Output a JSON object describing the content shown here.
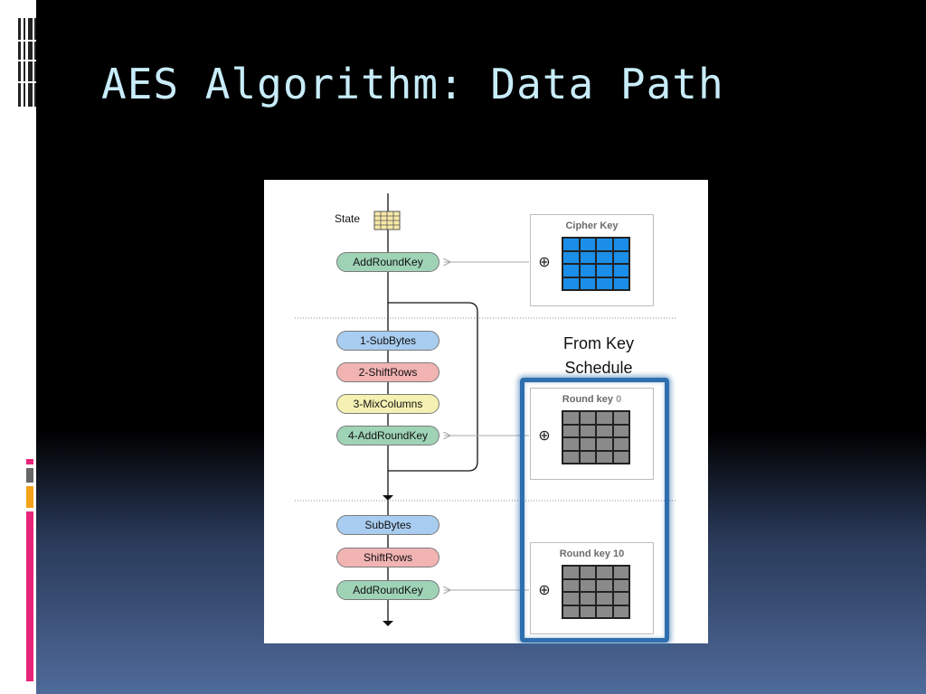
{
  "slide": {
    "title": "AES Algorithm: Data Path"
  },
  "figure": {
    "state_label": "State",
    "initial_round": {
      "add_round_key": "AddRoundKey"
    },
    "main_round": {
      "steps": [
        "1-SubBytes",
        "2-ShiftRows",
        "3-MixColumns",
        "4-AddRoundKey"
      ]
    },
    "final_round": {
      "steps": [
        "SubBytes",
        "ShiftRows",
        "AddRoundKey"
      ]
    },
    "cipher_key": {
      "title": "Cipher Key"
    },
    "round_key_first": {
      "title": "Round key",
      "index": "0"
    },
    "round_key_last": {
      "title": "Round key 10"
    },
    "annotation": {
      "line1": "From Key",
      "line2": "Schedule"
    },
    "xor_symbol": "⊕"
  },
  "colors": {
    "title_text": "#c8ecf9",
    "add_round_key": "#9fd3b6",
    "sub_bytes": "#a9cdf0",
    "shift_rows": "#f2b3b3",
    "mix_columns": "#f4f1b2",
    "cipher_key_grid": "#1a8ee8",
    "round_key_grid": "#8a8a8a",
    "highlight_border": "#2f6fad",
    "strip_magenta": "#e8247a",
    "strip_gray": "#666666",
    "strip_orange": "#f4a21a"
  }
}
